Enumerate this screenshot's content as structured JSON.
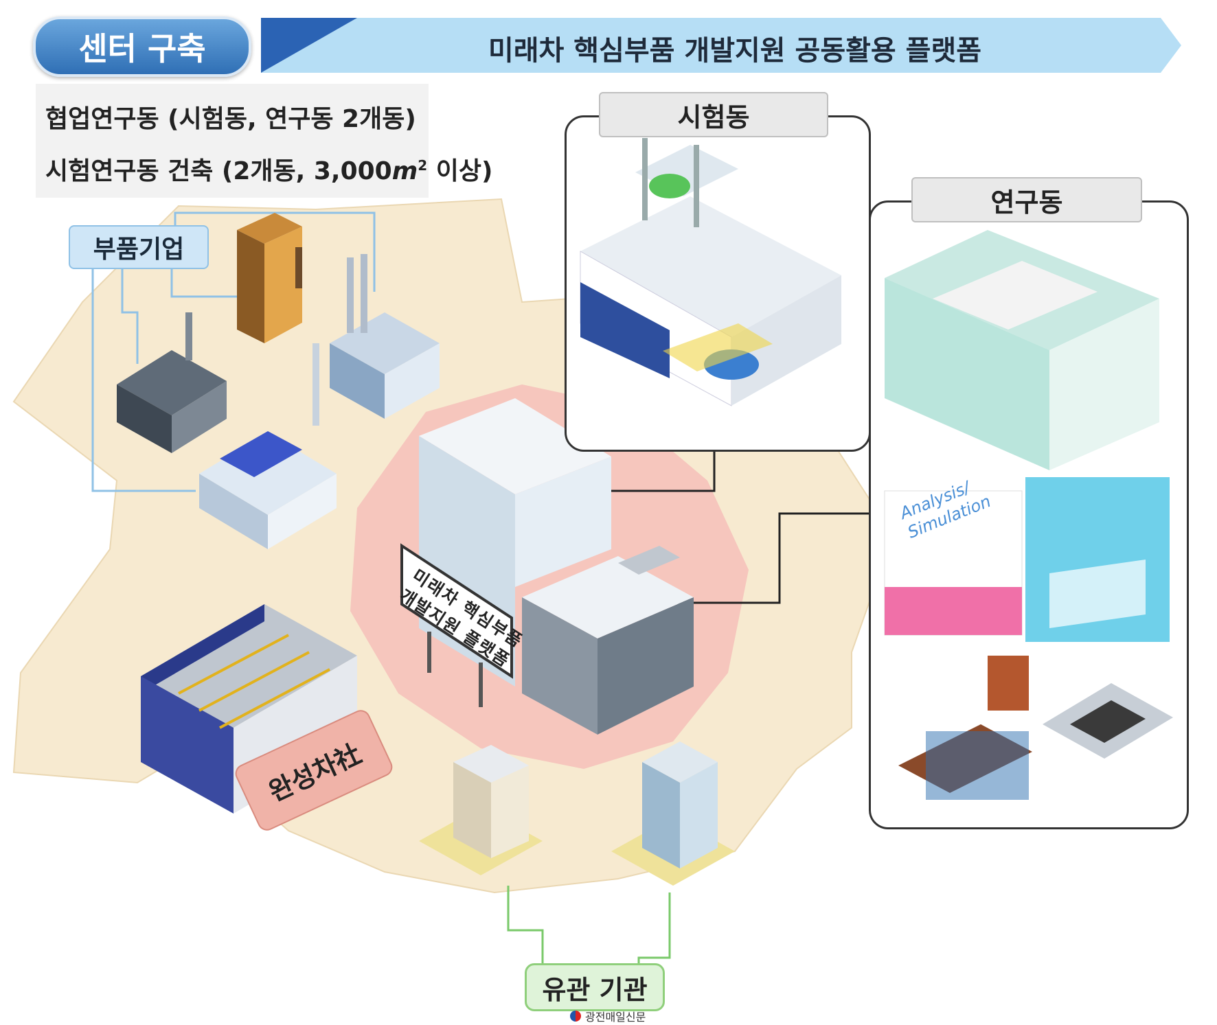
{
  "header": {
    "badge": "센터 구축",
    "banner": "미래차 핵심부품 개발지원 공동활용 플랫폼"
  },
  "info": {
    "line1": "협업연구동 (시험동, 연구동 2개동)",
    "line2_prefix": "시험연구동 건축 (2개동, 3,000",
    "line2_unit": "m",
    "line2_sup": "2",
    "line2_suffix": " 이상)"
  },
  "labels": {
    "parts_companies": "부품기업",
    "test_building": "시험동",
    "research_building": "연구동",
    "automaker": "완성차社",
    "related_agencies": "유관 기관"
  },
  "center_sign": {
    "line1": "미래차 핵심부품",
    "line2": "개발지원 플랫폼"
  },
  "panel_texts": {
    "analysis": "Analysis/",
    "simulation": "Simulation"
  },
  "credit": "광전매일신문",
  "colors": {
    "region_fill": "#f7ead0",
    "core_fill": "#f6c6bd",
    "badge_blue": "#3b7fc4",
    "banner_blue": "#b6def5",
    "connector_green": "#7ac96a",
    "connector_blue": "#8fc1e6"
  }
}
